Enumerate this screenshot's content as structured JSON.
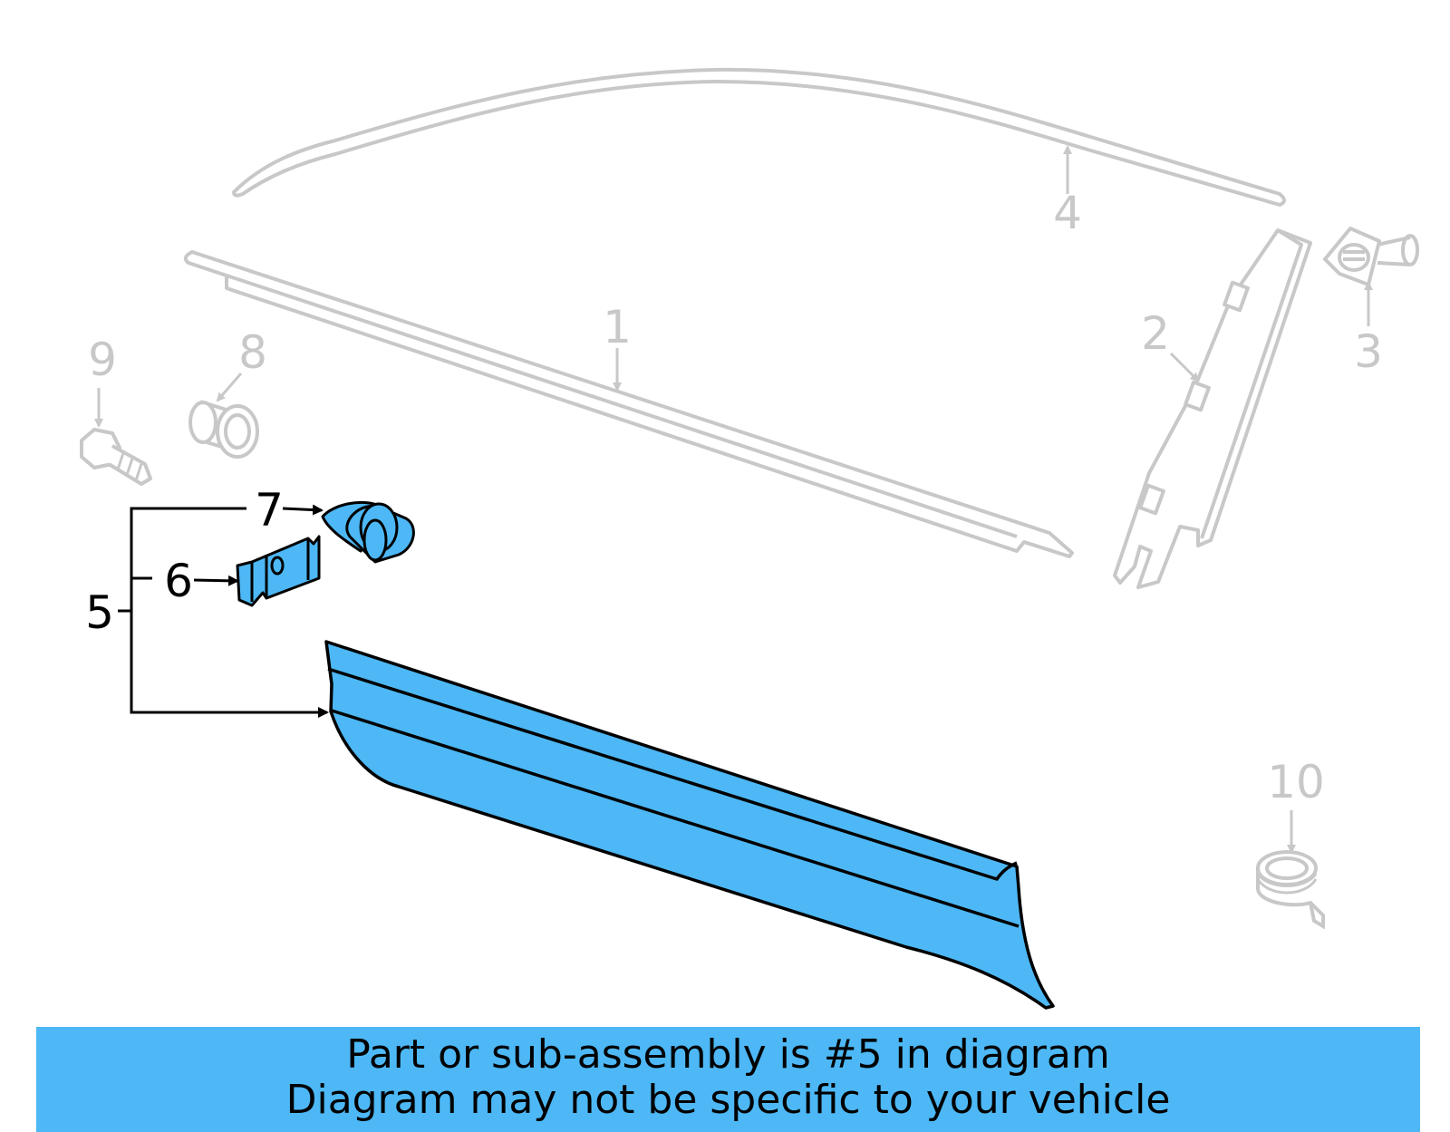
{
  "diagram": {
    "callouts": [
      {
        "id": "callout-1",
        "text": "1"
      },
      {
        "id": "callout-2",
        "text": "2"
      },
      {
        "id": "callout-3",
        "text": "3"
      },
      {
        "id": "callout-4",
        "text": "4"
      },
      {
        "id": "callout-5",
        "text": "5"
      },
      {
        "id": "callout-6",
        "text": "6"
      },
      {
        "id": "callout-7",
        "text": "7"
      },
      {
        "id": "callout-8",
        "text": "8"
      },
      {
        "id": "callout-9",
        "text": "9"
      },
      {
        "id": "callout-10",
        "text": "10"
      }
    ],
    "highlight_color": "#4db8f5",
    "inactive_color": "#c8c8c8",
    "active_color": "#000000"
  },
  "banner": {
    "line1": "Part or sub-assembly is #5 in diagram",
    "line2": "Diagram may not be specific to your vehicle",
    "background": "#4db8f5"
  }
}
